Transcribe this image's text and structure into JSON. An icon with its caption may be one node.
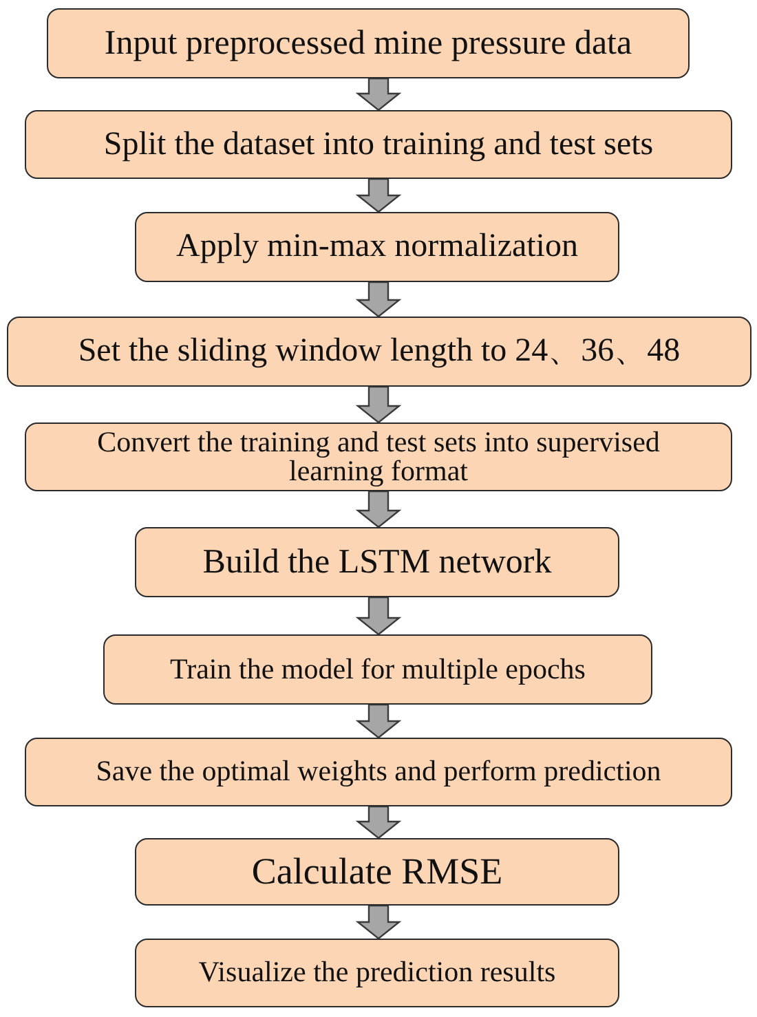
{
  "diagram": {
    "nodes": [
      {
        "text": [
          "Input preprocessed mine pressure data"
        ]
      },
      {
        "text": [
          "Split the dataset into training and test sets"
        ]
      },
      {
        "text": [
          "Apply min-max normalization"
        ]
      },
      {
        "text": [
          "Set the sliding window length to 24、36、48"
        ]
      },
      {
        "text": [
          "Convert the training and test sets into supervised learning format"
        ]
      },
      {
        "text": [
          "Build the LSTM network"
        ]
      },
      {
        "text": [
          "Train the model for multiple epochs"
        ]
      },
      {
        "text": [
          "Save the optimal weights and perform prediction"
        ]
      },
      {
        "text": [
          "Calculate RMSE"
        ]
      },
      {
        "text": [
          "Visualize the prediction results"
        ]
      }
    ],
    "edges": [
      {
        "from": 0,
        "to": 1,
        "arrow": "to"
      },
      {
        "from": 1,
        "to": 2,
        "arrow": "to"
      },
      {
        "from": 2,
        "to": 3,
        "arrow": "to"
      },
      {
        "from": 3,
        "to": 4,
        "arrow": "to"
      },
      {
        "from": 4,
        "to": 5,
        "arrow": "to"
      },
      {
        "from": 5,
        "to": 6,
        "arrow": "to"
      },
      {
        "from": 6,
        "to": 7,
        "arrow": "to"
      },
      {
        "from": 7,
        "to": 8,
        "arrow": "to"
      },
      {
        "from": 8,
        "to": 9,
        "arrow": "to"
      }
    ]
  }
}
